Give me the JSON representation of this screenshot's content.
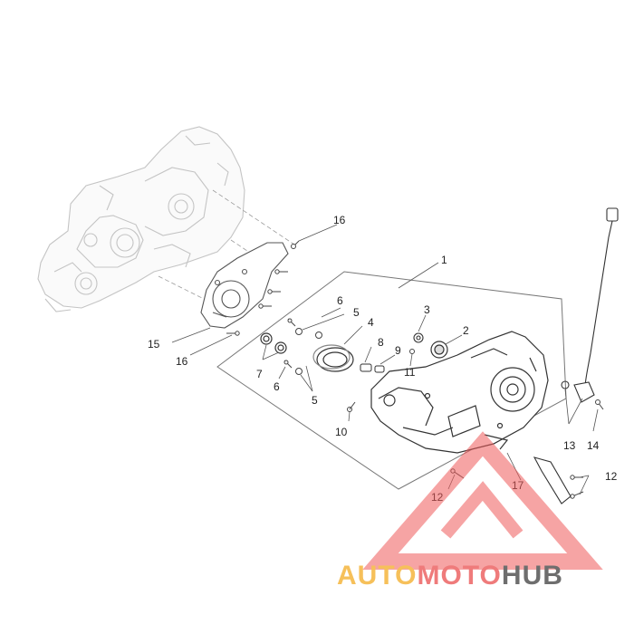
{
  "diagram": {
    "callouts": {
      "c1": "1",
      "c2": "2",
      "c3": "3",
      "c4": "4",
      "c5a": "5",
      "c5b": "5",
      "c6a": "6",
      "c6b": "6",
      "c7": "7",
      "c8": "8",
      "c9": "9",
      "c10": "10",
      "c11": "11",
      "c12a": "12",
      "c12b": "12",
      "c13": "13",
      "c14": "14",
      "c15": "15",
      "c16a": "16",
      "c16b": "16",
      "c17": "17"
    }
  },
  "watermark": {
    "part1": "AUTO",
    "part2": "MOTO",
    "part3": "HUB",
    "colors": {
      "part1": "#f6c05a",
      "part2": "#ef7b7b",
      "part3": "#6e6e6e",
      "triangle": "#ef5a5a"
    }
  }
}
